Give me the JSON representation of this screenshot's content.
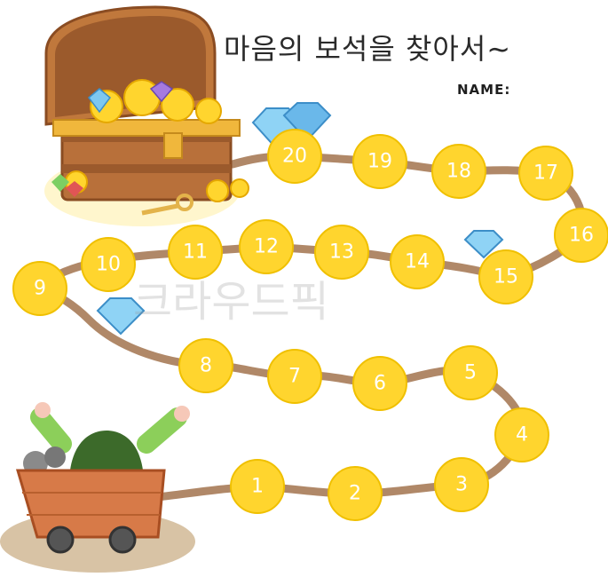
{
  "title": "마음의 보석을 찾아서~",
  "name_label": "NAME:",
  "watermark": "크라우드픽",
  "path_color": "#b08868",
  "coin_color": "#ffd52e",
  "coins": [
    "1",
    "2",
    "3",
    "4",
    "5",
    "6",
    "7",
    "8",
    "9",
    "10",
    "11",
    "12",
    "13",
    "14",
    "15",
    "16",
    "17",
    "18",
    "19",
    "20"
  ]
}
